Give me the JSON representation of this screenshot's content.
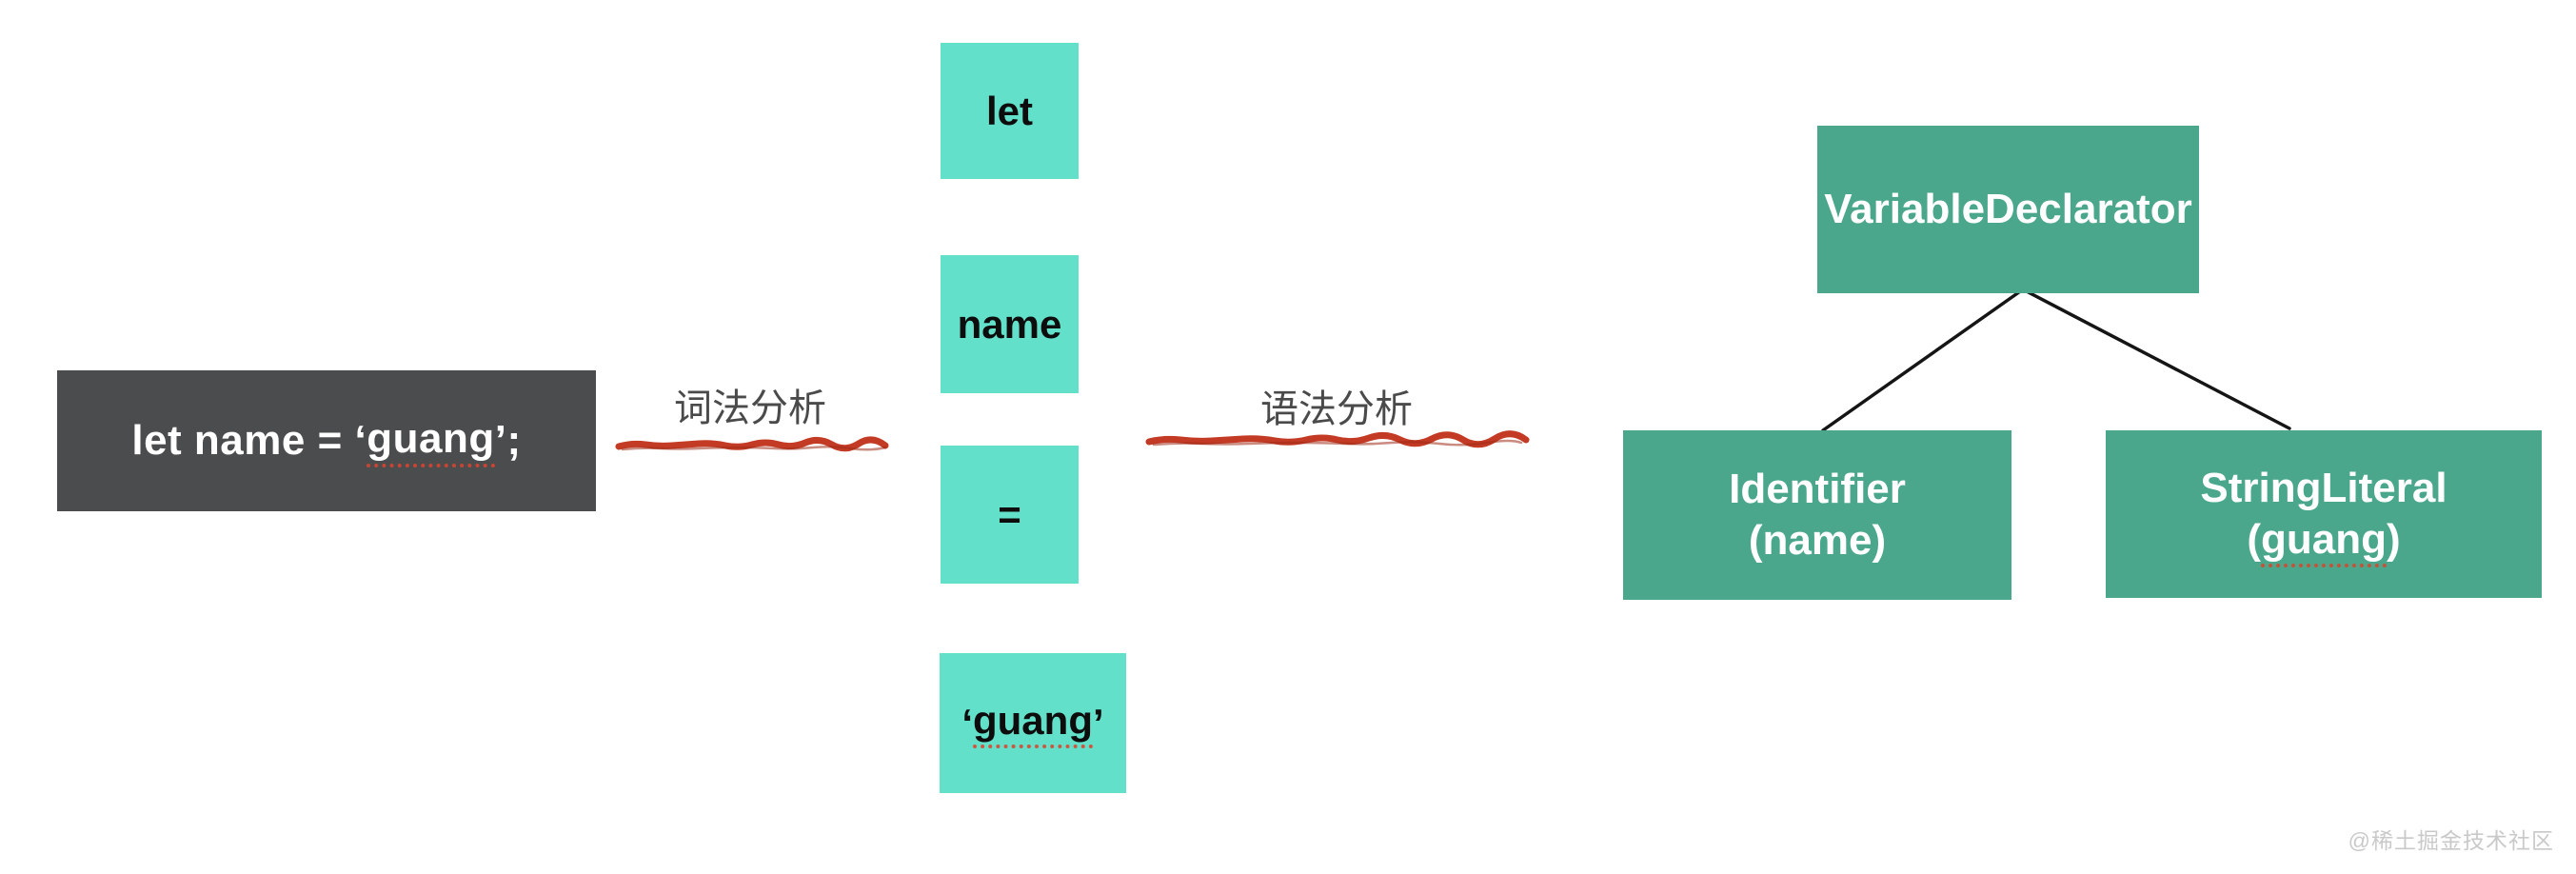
{
  "colors": {
    "token-bg": "#63E0C9",
    "node-bg": "#4AA78C",
    "code-bg": "#4B4C4E",
    "line-red": "#C33A25",
    "label-gray": "#4A4A4A",
    "watermark-gray": "#C9C9C9",
    "connector-black": "#151515"
  },
  "code_box": {
    "prefix": "let name = ‘",
    "word": "guang",
    "suffix": "’;"
  },
  "phases": {
    "lexical": "词法分析",
    "syntax": "语法分析"
  },
  "tokens": [
    {
      "prefix": "",
      "word": "let",
      "suffix": ""
    },
    {
      "prefix": "",
      "word": "name",
      "suffix": ""
    },
    {
      "prefix": "",
      "word": "=",
      "suffix": ""
    },
    {
      "prefix": "‘",
      "word": "guang",
      "suffix": "’"
    }
  ],
  "tree": {
    "root_label": "VariableDeclarator",
    "children": [
      {
        "line1": "Identifier",
        "open": "(",
        "word": "name",
        "close": ")"
      },
      {
        "line1": "StringLiteral",
        "open": "(",
        "word": "guang",
        "close": ")"
      }
    ]
  },
  "watermark": "@稀土掘金技术社区"
}
